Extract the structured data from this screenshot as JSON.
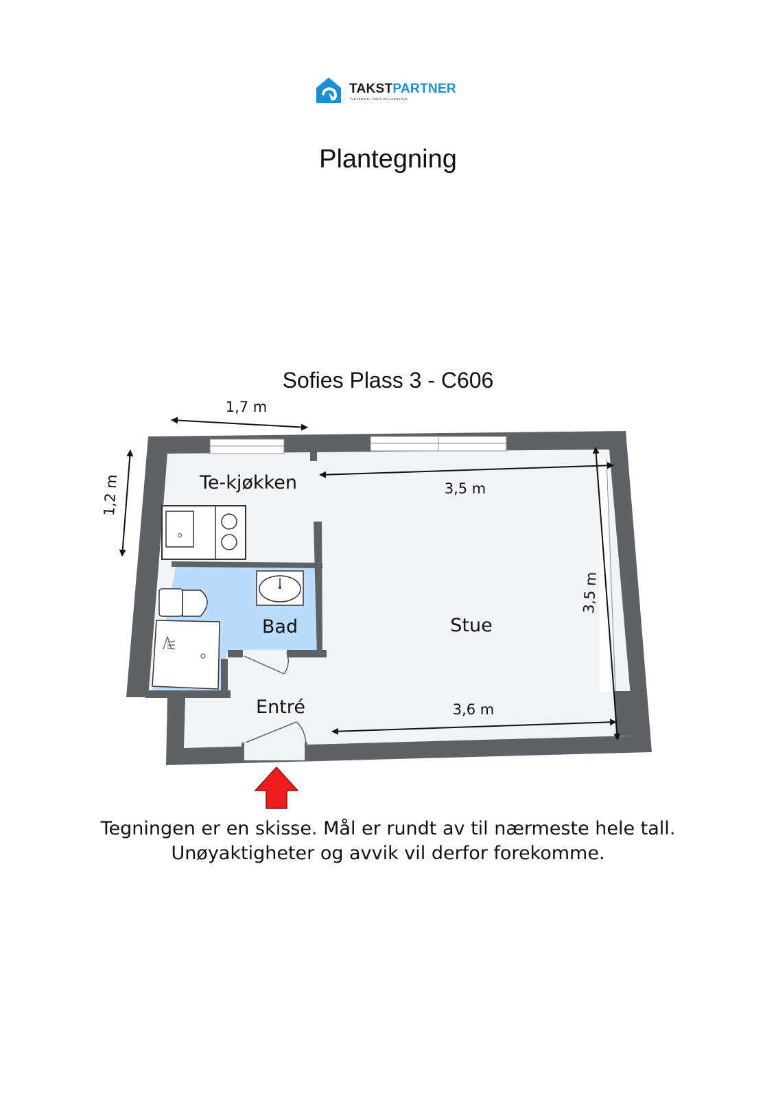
{
  "brand": {
    "name_part1": "TAKST",
    "name_part2": "PARTNER",
    "tagline": "TAKSERING I OSLO OG AKERSHUS",
    "accent_color": "#1a8fd8",
    "logo_icon": "house-logo-icon"
  },
  "page_title": "Plantegning",
  "plan_title": "Sofies Plass 3 - C606",
  "rooms": {
    "kitchen": "Te-kjøkken",
    "bathroom": "Bad",
    "living": "Stue",
    "entrance": "Entré"
  },
  "dimensions": {
    "kitchen_width": "1,7 m",
    "kitchen_depth": "1,2 m",
    "living_top": "3,5 m",
    "living_side": "3,5 m",
    "living_bottom": "3,6 m"
  },
  "entrance_arrow_icon": "red-arrow-up-icon",
  "disclaimer": {
    "line1": "Tegningen er en skisse. Mål er rundt av til nærmeste hele tall.",
    "line2": "Unøyaktigheter og avvik vil derfor forekomme."
  },
  "colors": {
    "wall": "#5f6165",
    "floor": "#f2f3f5",
    "bathroom_floor": "#bcdcfb",
    "arrow": "#ee1c1c"
  }
}
